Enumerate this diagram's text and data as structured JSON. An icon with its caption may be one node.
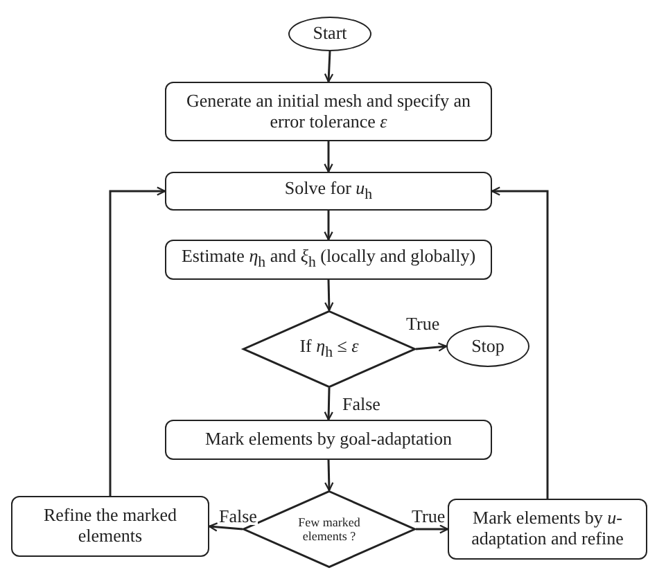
{
  "diagram": {
    "nodes": [
      {
        "text": [
          "Start"
        ]
      },
      {
        "text": [
          "Generate an initial mesh and specify an error tolerance *ε*"
        ]
      },
      {
        "text": [
          "Solve for *u*$_{h}$"
        ]
      },
      {
        "text": [
          "Estimate *η*$_{h}$ and *ξ*$_{h}$ (locally and globally)"
        ]
      },
      {
        "text": [
          "If *η*$_{h}$ ≤ *ε*"
        ]
      },
      {
        "text": [
          "Stop"
        ]
      },
      {
        "text": [
          "Mark elements by goal-adaptation"
        ]
      },
      {
        "text": [
          "Few marked elements ?"
        ]
      },
      {
        "text": [
          "Refine the marked elements"
        ]
      },
      {
        "text": [
          "Mark elements by *u*-adaptation and refine"
        ]
      }
    ],
    "edges": [
      {
        "from": 0,
        "to": 1,
        "arrow": "to"
      },
      {
        "from": 1,
        "to": 2,
        "arrow": "to"
      },
      {
        "from": 2,
        "to": 3,
        "arrow": "to"
      },
      {
        "from": 3,
        "to": 4,
        "arrow": "to"
      },
      {
        "from": 4,
        "to": 5,
        "arrow": "to",
        "label": "True"
      },
      {
        "from": 4,
        "to": 6,
        "arrow": "to",
        "label": "False"
      },
      {
        "from": 6,
        "to": 7,
        "arrow": "to"
      },
      {
        "from": 7,
        "to": 8,
        "arrow": "to",
        "label": "False"
      },
      {
        "from": 7,
        "to": 9,
        "arrow": "to",
        "label": "True"
      },
      {
        "from": 8,
        "to": 2,
        "arrow": "to"
      },
      {
        "from": 9,
        "to": 2,
        "arrow": "to"
      }
    ]
  }
}
